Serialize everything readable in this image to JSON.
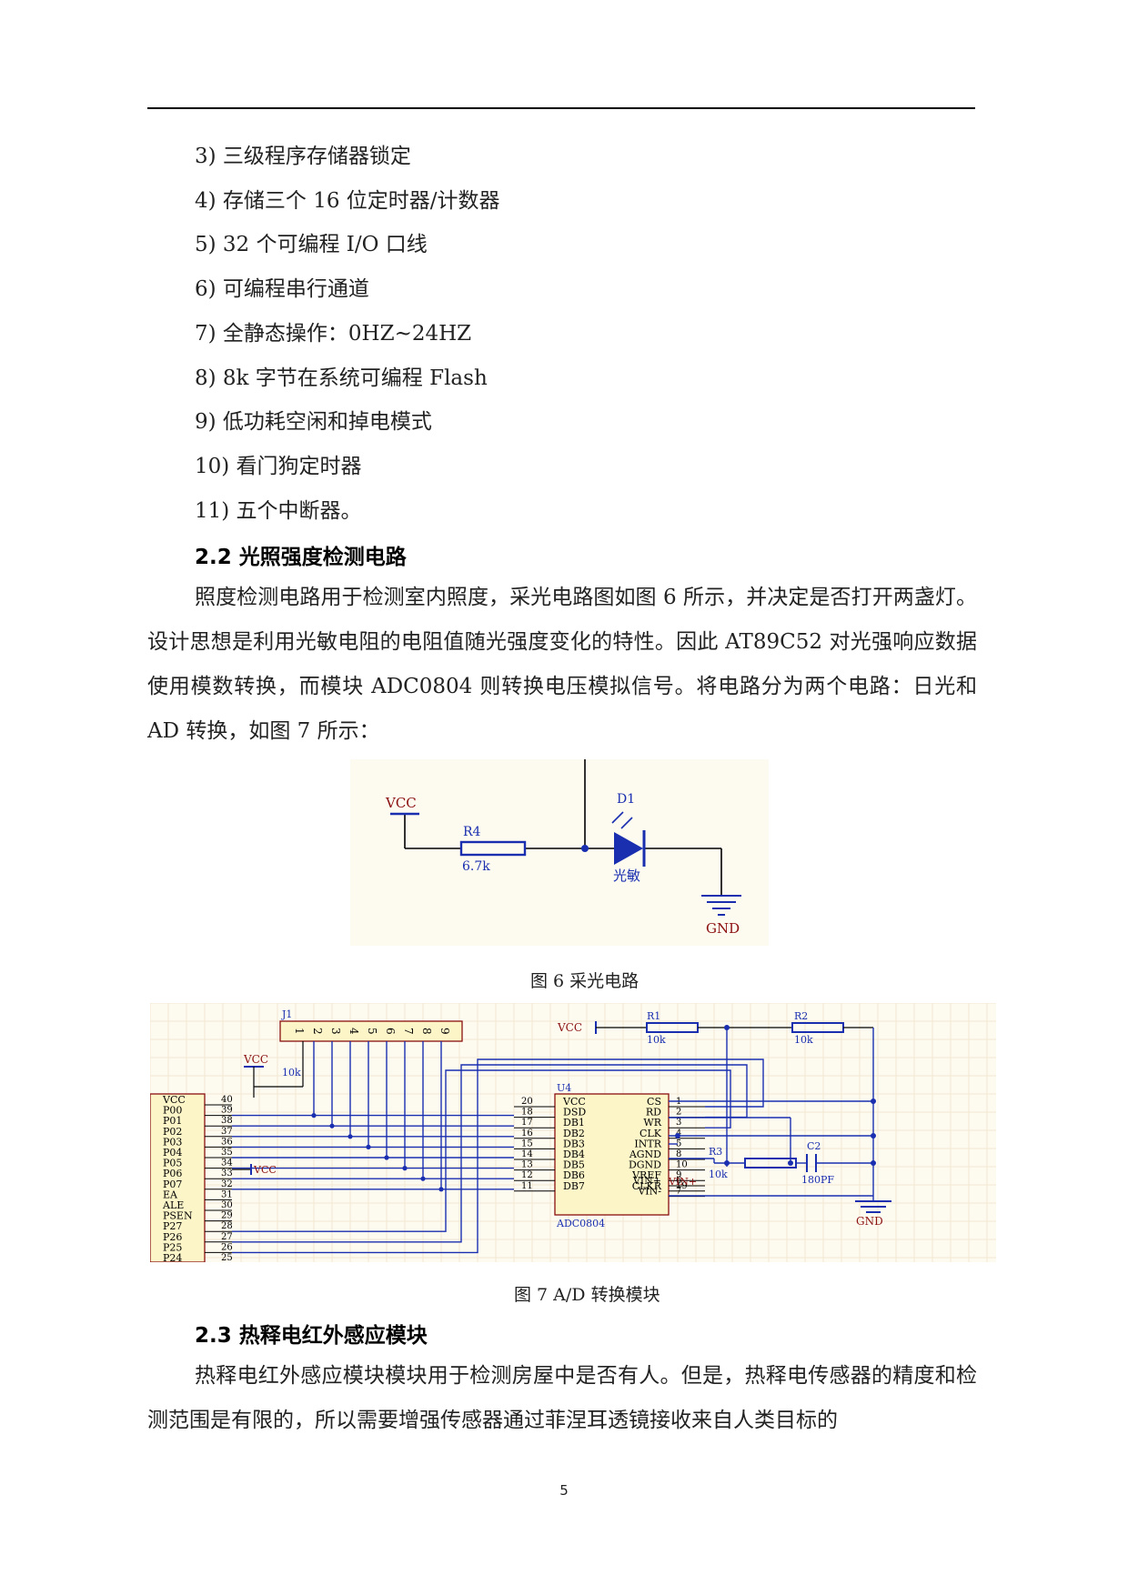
{
  "list_items": [
    "3) 三级程序存储器锁定",
    "4) 存储三个 16 位定时器/计数器",
    "5) 32 个可编程 I/O 口线",
    "6) 可编程串行通道",
    "7) 全静态操作：0HZ~24HZ",
    "8) 8k 字节在系统可编程 Flash",
    "9) 低功耗空闲和掉电模式",
    "10) 看门狗定时器",
    "11) 五个中断器。"
  ],
  "section_2_2": {
    "heading": "2.2 光照强度检测电路",
    "paragraph": "照度检测电路用于检测室内照度，采光电路图如图 6 所示，并决定是否打开两盏灯。设计思想是利用光敏电阻的电阻值随光强度变化的特性。因此 AT89C52 对光强响应数据使用模数转换，而模块 ADC0804 则转换电压模拟信号。将电路分为两个电路：日光和 AD 转换，如图 7 所示："
  },
  "figure6": {
    "caption": "图 6 采光电路",
    "labels": {
      "vcc": "VCC",
      "r4": "R4",
      "r4_value": "6.7k",
      "d1": "D1",
      "diode_label": "光敏",
      "gnd": "GND"
    }
  },
  "figure7": {
    "caption": "图 7 A/D 转换模块",
    "labels": {
      "j1": "J1",
      "vcc": "VCC",
      "res_10k": "10k",
      "u4": "U4",
      "chip": "ADC0804",
      "r1": "R1",
      "r1_value": "10k",
      "r2": "R2",
      "r2_value": "10k",
      "r3": "R3",
      "r3_value": "10k",
      "c2": "C2",
      "c2_value": "180PF",
      "gnd": "GND",
      "vin_plus_net": "VIN+",
      "ea_vcc": "VCC"
    },
    "j1_pins": [
      "1",
      "2",
      "3",
      "4",
      "5",
      "6",
      "7",
      "8",
      "9"
    ],
    "mcu_pin_names": [
      "VCC",
      "P00",
      "P01",
      "P02",
      "P03",
      "P04",
      "P05",
      "P06",
      "P07",
      "EA",
      "ALE",
      "PSEN",
      "P27",
      "P26",
      "P25",
      "P24"
    ],
    "mcu_pin_numbers": [
      "40",
      "39",
      "38",
      "37",
      "36",
      "35",
      "34",
      "33",
      "32",
      "31",
      "30",
      "29",
      "28",
      "27",
      "26",
      "25"
    ],
    "adc_left_names": [
      "VCC",
      "DSD",
      "DB1",
      "DB2",
      "DB3",
      "DB4",
      "DB5",
      "DB6",
      "DB7"
    ],
    "adc_left_numbers": [
      "20",
      "18",
      "17",
      "16",
      "15",
      "14",
      "13",
      "12",
      "11"
    ],
    "adc_right_names": [
      "CS",
      "RD",
      "WR",
      "CLK",
      "INTR",
      "AGND",
      "DGND",
      "VREF",
      "CLKR",
      "VIN+",
      "VIN-"
    ],
    "adc_right_numbers": [
      "1",
      "2",
      "3",
      "4",
      "5",
      "8",
      "10",
      "9",
      "19",
      "6",
      "7"
    ]
  },
  "section_2_3": {
    "heading": "2.3 热释电红外感应模块",
    "paragraph": "热释电红外感应模块模块用于检测房屋中是否有人。但是，热释电传感器的精度和检测范围是有限的，所以需要增强传感器通过菲涅耳透镜接收来自人类目标的"
  },
  "page_number": "5"
}
